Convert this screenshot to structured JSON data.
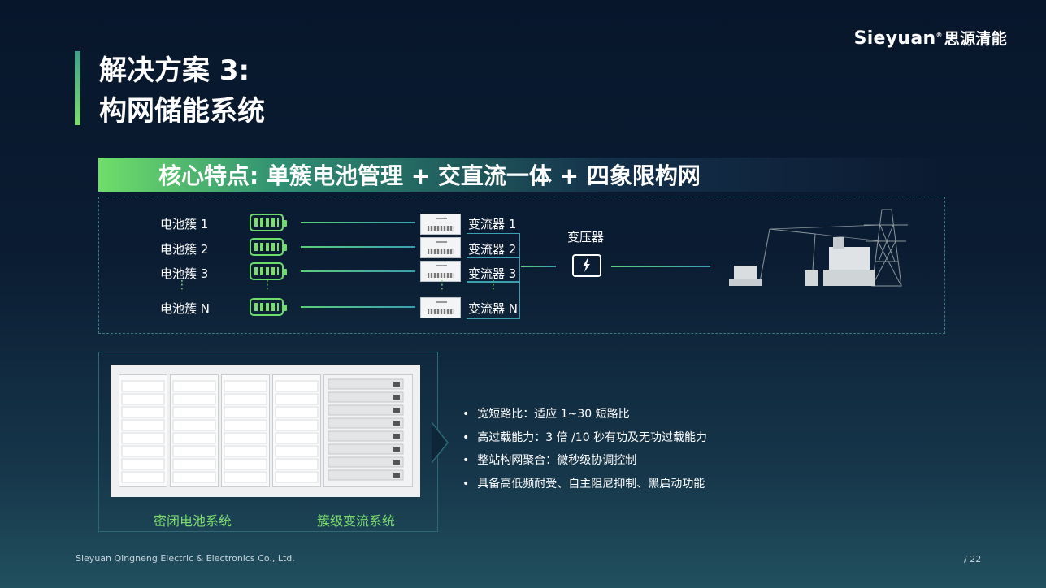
{
  "brand": {
    "name": "Sieyuan",
    "reg": "®",
    "cn": "思源清能"
  },
  "title": {
    "line1": "解决方案 3:",
    "line2": "构网储能系统"
  },
  "feature": "核心特点: 单簇电池管理 + 交直流一体 + 四象限构网",
  "diagram": {
    "clusters": [
      "电池簇 1",
      "电池簇 2",
      "电池簇 3",
      "电池簇 N"
    ],
    "converters": [
      "变流器 1",
      "变流器 2",
      "变流器 3",
      "变流器 N"
    ],
    "ellipsis": "⋮",
    "transformer": "变压器"
  },
  "photo_captions": {
    "left": "密闭电池系统",
    "right": "簇级变流系统"
  },
  "bullets": [
    "宽短路比：适应 1~30 短路比",
    "高过载能力：3 倍 /10 秒有功及无功过载能力",
    "整站构网聚合：微秒级协调控制",
    "具备高低频耐受、自主阻尼抑制、黑启动功能"
  ],
  "footer": "Sieyuan Qingneng Electric & Electronics Co., Ltd.",
  "page": "/  22",
  "colors": {
    "accent_green": "#7ddc6e",
    "accent_teal": "#3aa0b0",
    "bg": "#0b1d33"
  }
}
